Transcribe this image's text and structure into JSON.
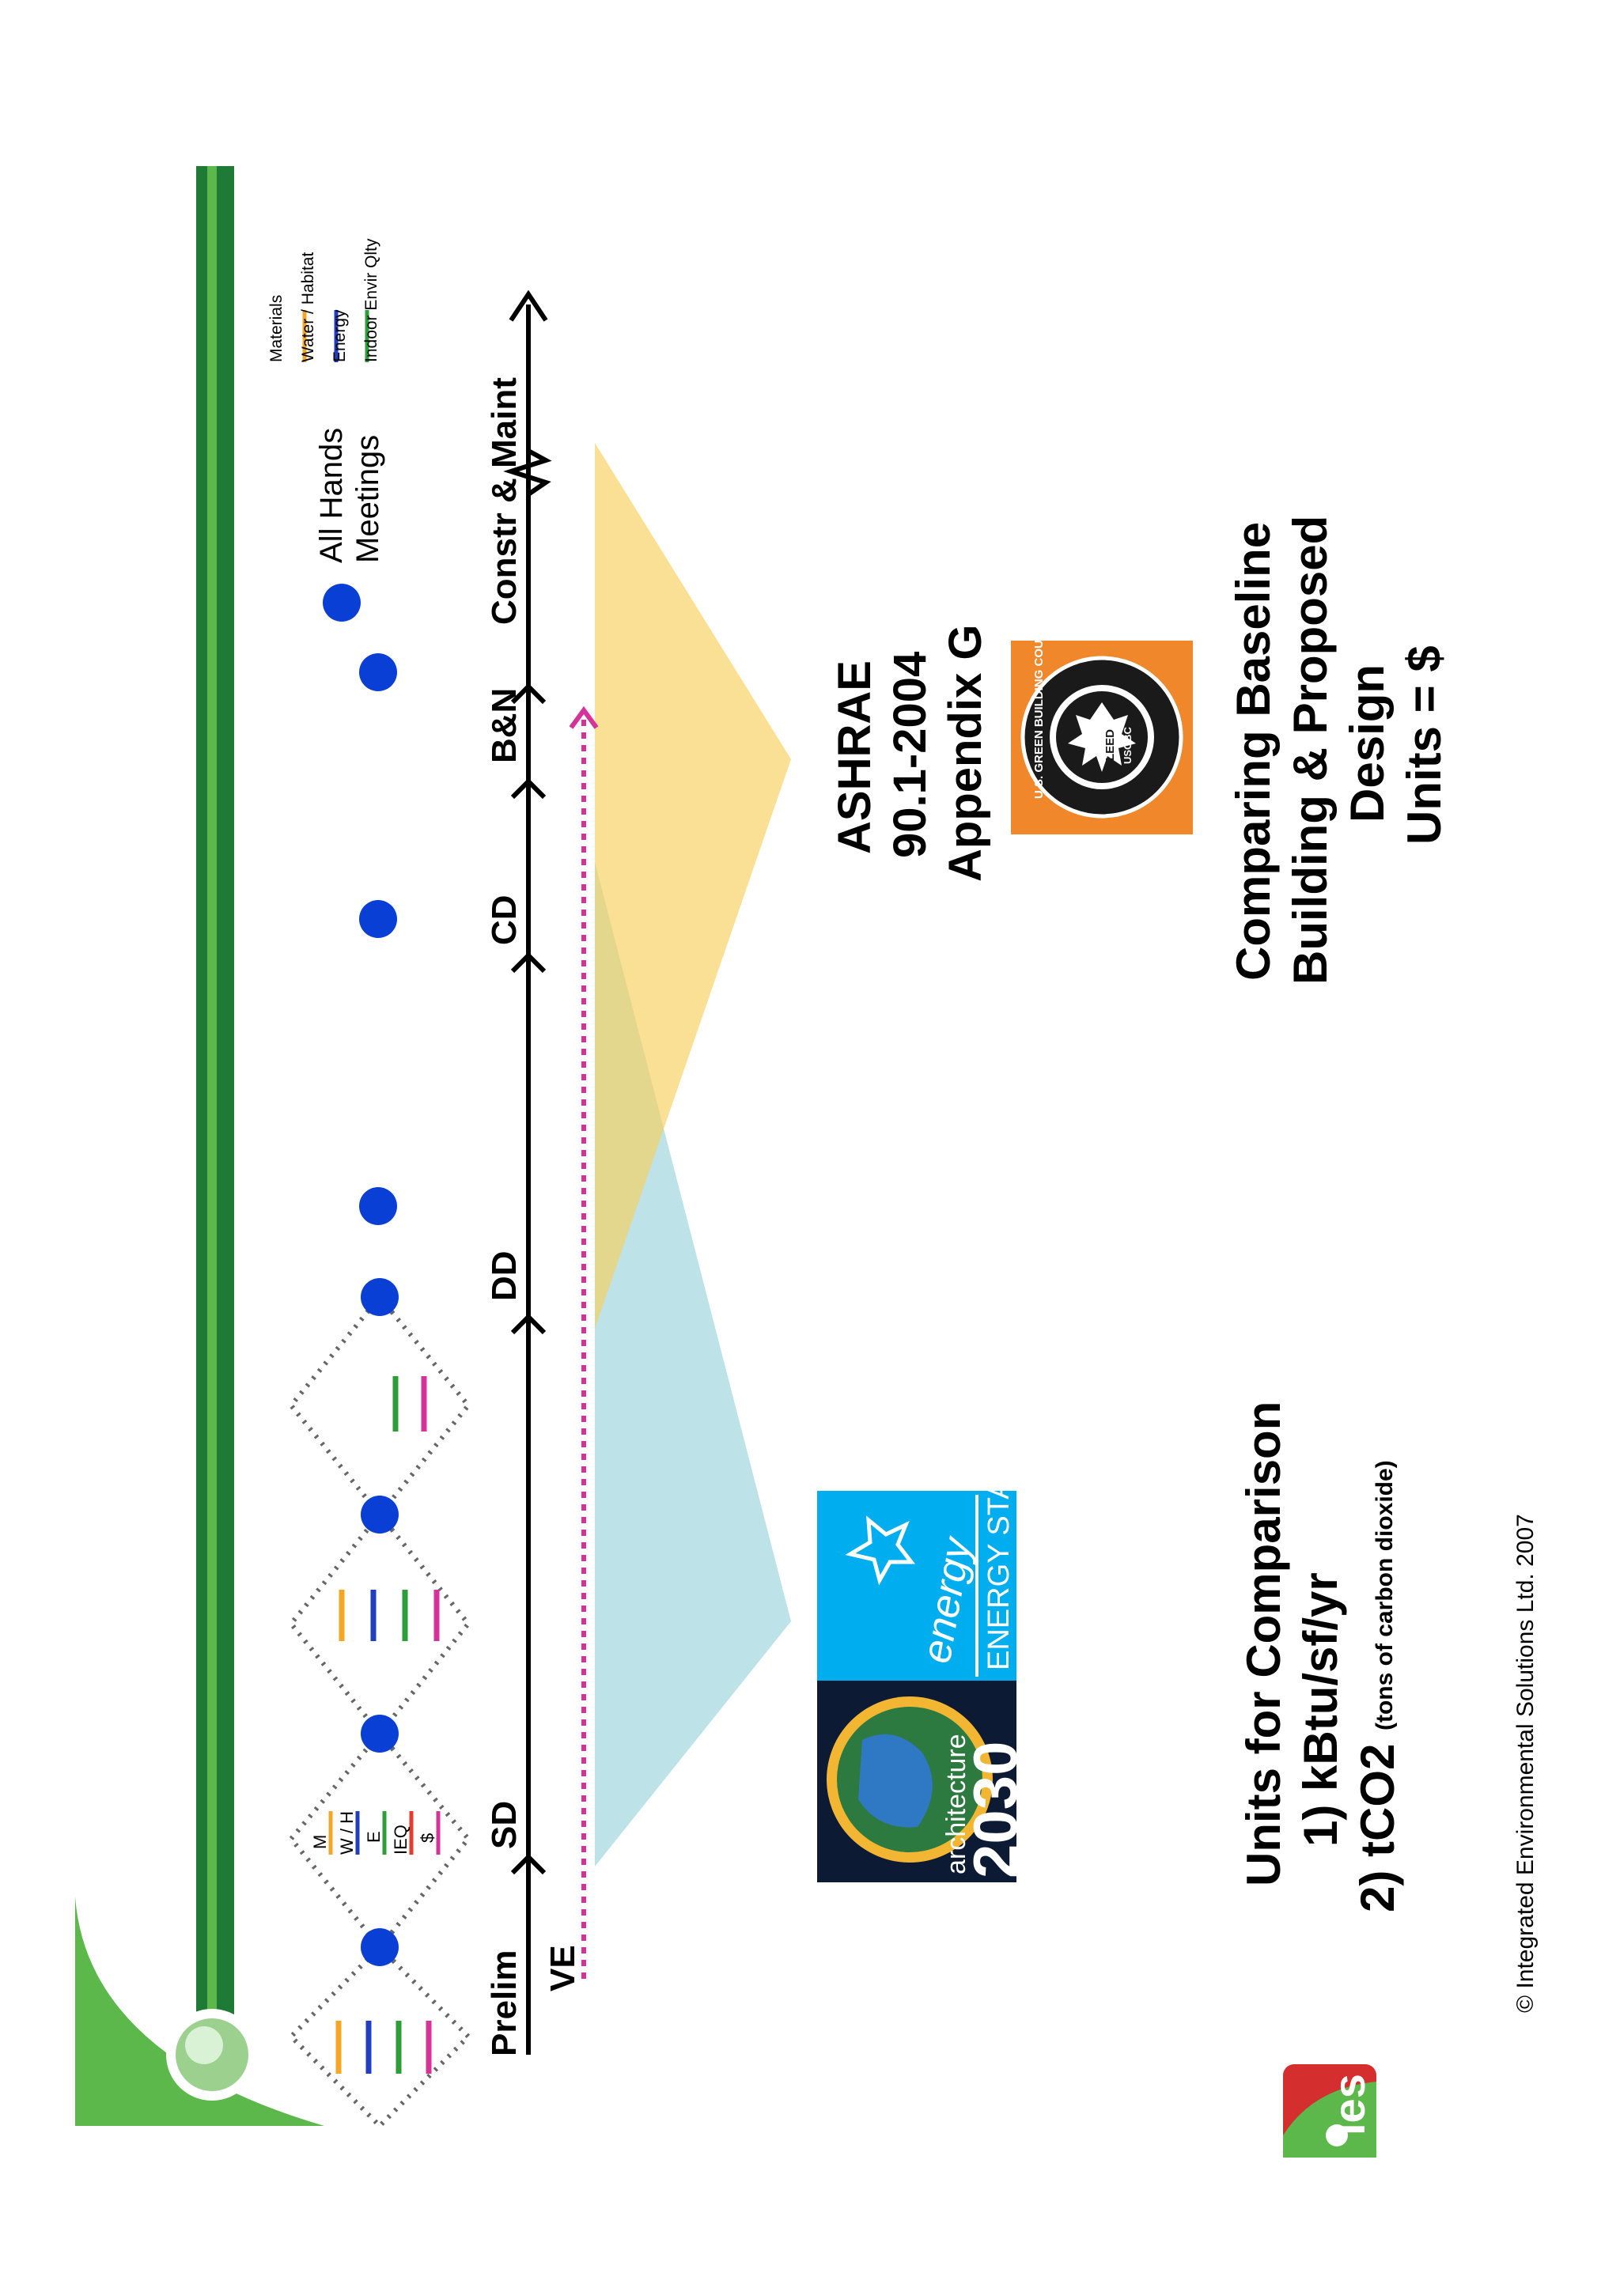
{
  "phases": [
    "Prelim",
    "SD",
    "DD",
    "CD",
    "B&N",
    "Constr & Maint"
  ],
  "ve_label": "VE",
  "legend": {
    "items": [
      {
        "label": "Materials",
        "color": ""
      },
      {
        "label": "Water / Habitat",
        "color": "#f5a623"
      },
      {
        "label": "Energy",
        "color": "#1f3fbf"
      },
      {
        "label": "Indoor Envir Qlty",
        "color": "#2e9e3a"
      }
    ]
  },
  "meetings_label": [
    "All Hands",
    "Meetings"
  ],
  "inset_labels": [
    "M",
    "W / H",
    "E",
    "IEQ",
    "$"
  ],
  "ashrae": [
    "ASHRAE",
    "90.1-2004",
    "Appendix G"
  ],
  "comparing": [
    "Comparing Baseline",
    "Building & Proposed",
    "Design",
    "Units = $"
  ],
  "units": {
    "title": "Units for Comparison",
    "line1": "1)  kBtu/sf/yr",
    "line2_main": "2)  tCO2",
    "line2_note": "(tons of carbon dioxide)"
  },
  "logos": {
    "usgbc_ring": "U.S. GREEN BUILDING COUNCIL",
    "usgbc_center": "LEED",
    "usgbc_sub": "USGBC",
    "arch2030_word": "architecture",
    "arch2030_num": "2030",
    "energy_star_script": "energy",
    "energy_star_label": "ENERGY STAR",
    "ies": "ies"
  },
  "copyright": "© Integrated Environmental Solutions Ltd. 2007",
  "colors": {
    "green_dark": "#1e7a34",
    "green_light": "#5cb84a",
    "blue_dot": "#0a3fd6",
    "magenta": "#d6339a",
    "orange": "#f5a623",
    "blue": "#1f3fbf",
    "green": "#2e9e3a",
    "yellow_triangle": "#f7cf5c",
    "blue_triangle": "#a7d8df",
    "usgbc_orange": "#f0872a",
    "energy_cyan": "#00aeef"
  }
}
